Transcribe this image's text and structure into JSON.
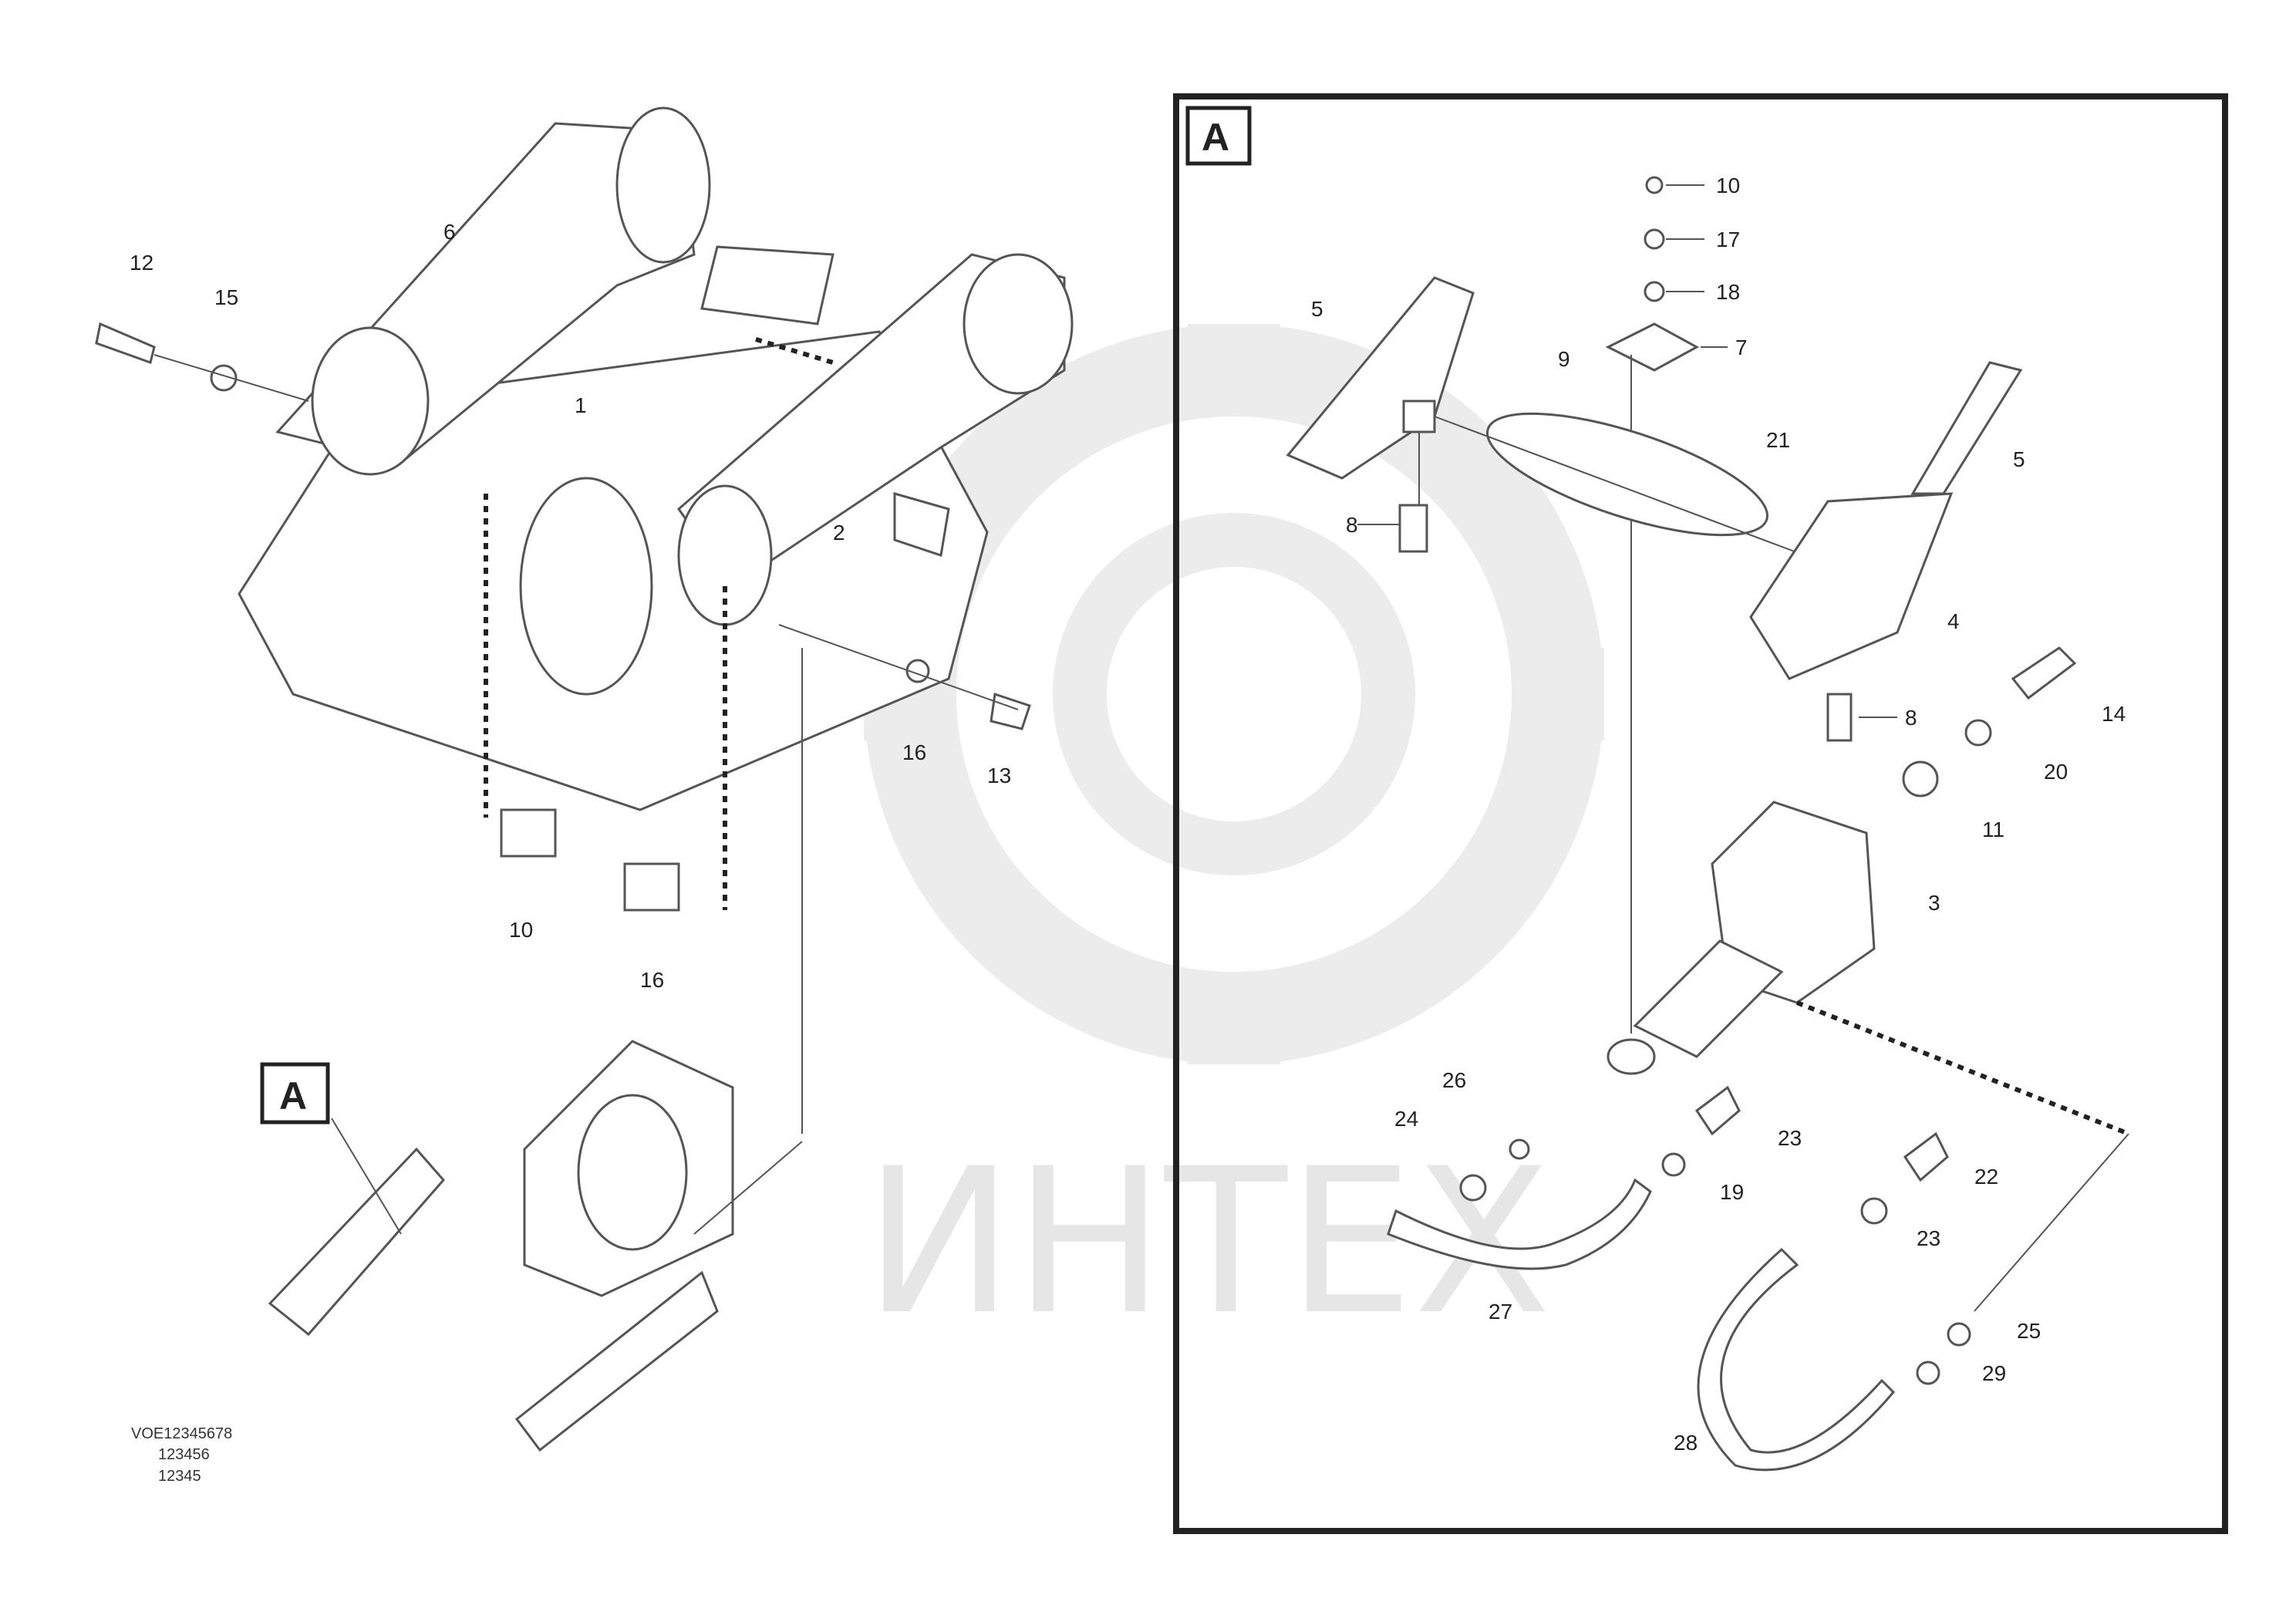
{
  "watermark": {
    "text": "ИНТЕХ"
  },
  "view_box_letter": "A",
  "callout_letter": "A",
  "left_labels": {
    "l12": "12",
    "l15": "15",
    "l6": "6",
    "l2": "2",
    "l1": "1",
    "l10": "10",
    "l13": "13",
    "l16a": "16",
    "l16b": "16"
  },
  "right_labels": {
    "r10": "10",
    "r17": "17",
    "r18": "18",
    "r7": "7",
    "r5a": "5",
    "r9": "9",
    "r8a": "8",
    "r21": "21",
    "r5b": "5",
    "r4": "4",
    "r8b": "8",
    "r14": "14",
    "r20": "20",
    "r11": "11",
    "r3": "3",
    "r26": "26",
    "r24": "24",
    "r23a": "23",
    "r19": "19",
    "r27": "27",
    "r22": "22",
    "r23b": "23",
    "r25": "25",
    "r28": "28",
    "r29": "29"
  },
  "footer": {
    "line1": "VOE12345678",
    "line2": "123456",
    "line3": "12345"
  },
  "colors": {
    "stroke": "#555555",
    "frame": "#222222",
    "watermark": "#e6e6e6"
  }
}
